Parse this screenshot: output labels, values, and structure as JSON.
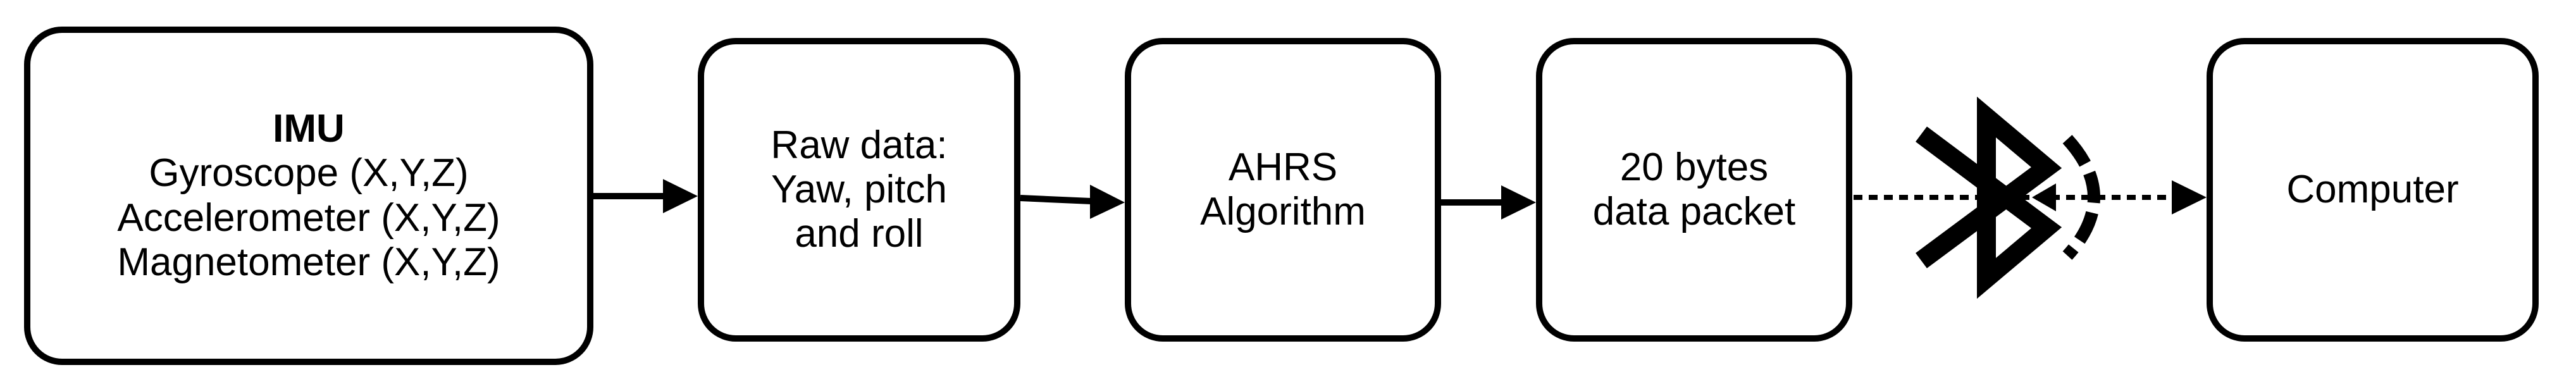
{
  "diagram": {
    "nodes": {
      "imu": {
        "title": "IMU",
        "lines": [
          "Gyroscope (X,Y,Z)",
          "Accelerometer (X,Y,Z)",
          "Magnetometer (X,Y,Z)"
        ]
      },
      "raw": {
        "lines": [
          "Raw data:",
          "Yaw, pitch",
          "and roll"
        ]
      },
      "ahrs": {
        "lines": [
          "AHRS",
          "Algorithm"
        ]
      },
      "packet": {
        "lines": [
          "20 bytes",
          "data packet"
        ]
      },
      "computer": {
        "lines": [
          "Computer"
        ]
      }
    },
    "edges": [
      {
        "from": "imu",
        "to": "raw",
        "style": "solid"
      },
      {
        "from": "raw",
        "to": "ahrs",
        "style": "solid"
      },
      {
        "from": "ahrs",
        "to": "packet",
        "style": "solid"
      },
      {
        "from": "packet",
        "to": "computer",
        "style": "dotted",
        "icon": "bluetooth-icon"
      }
    ]
  }
}
